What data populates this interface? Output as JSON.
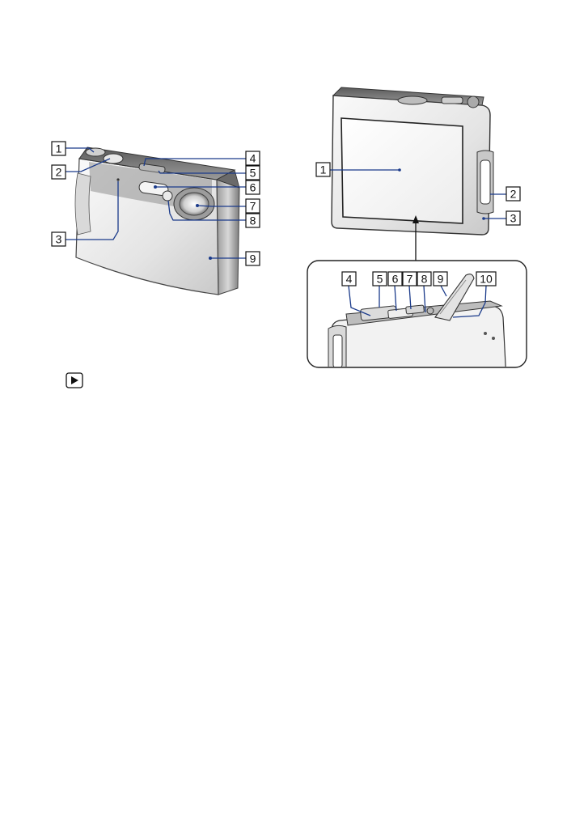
{
  "front_view": {
    "callouts": [
      "1",
      "2",
      "3",
      "4",
      "5",
      "6",
      "7",
      "8",
      "9"
    ]
  },
  "back_view": {
    "callouts": [
      "1",
      "2",
      "3"
    ]
  },
  "bottom_detail": {
    "callouts": [
      "4",
      "5",
      "6",
      "7",
      "8",
      "9",
      "10"
    ]
  },
  "playback_icon": "play-triangle-icon",
  "colors": {
    "callout_line": "#1a3a8a",
    "body_dark": "#3a3a3a",
    "body_mid": "#8c8c8c",
    "body_light": "#e6e6e6"
  }
}
